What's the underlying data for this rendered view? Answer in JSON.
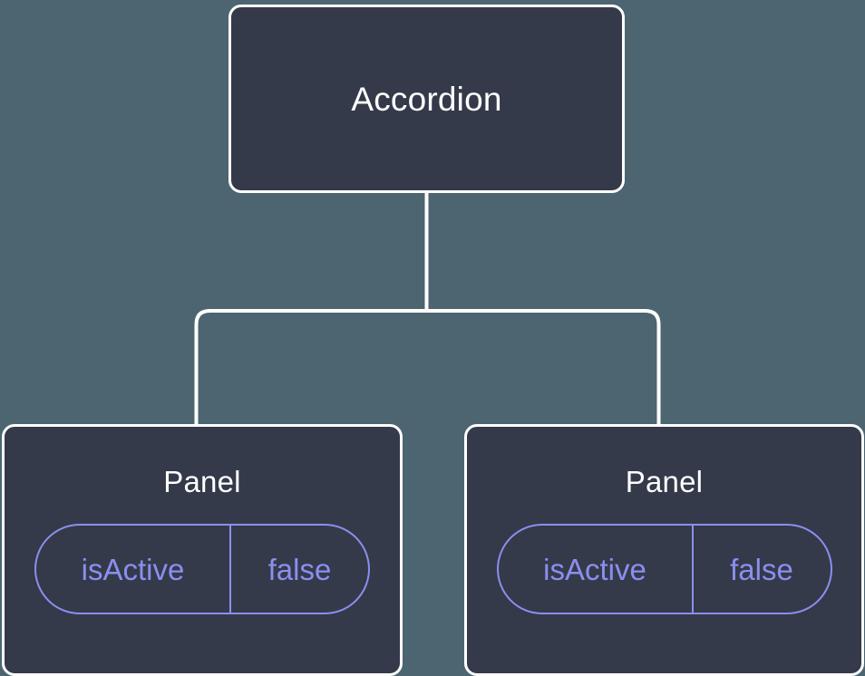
{
  "diagram": {
    "type": "component-tree",
    "background_color": "#4c6570",
    "node_fill_color": "#343a49",
    "node_border_color": "#ffffff",
    "edge_color": "#ffffff",
    "prop_accent_color": "#8a8ff0",
    "root": {
      "title": "Accordion"
    },
    "children": [
      {
        "title": "Panel",
        "prop": {
          "key": "isActive",
          "value": "false"
        }
      },
      {
        "title": "Panel",
        "prop": {
          "key": "isActive",
          "value": "false"
        }
      }
    ]
  }
}
